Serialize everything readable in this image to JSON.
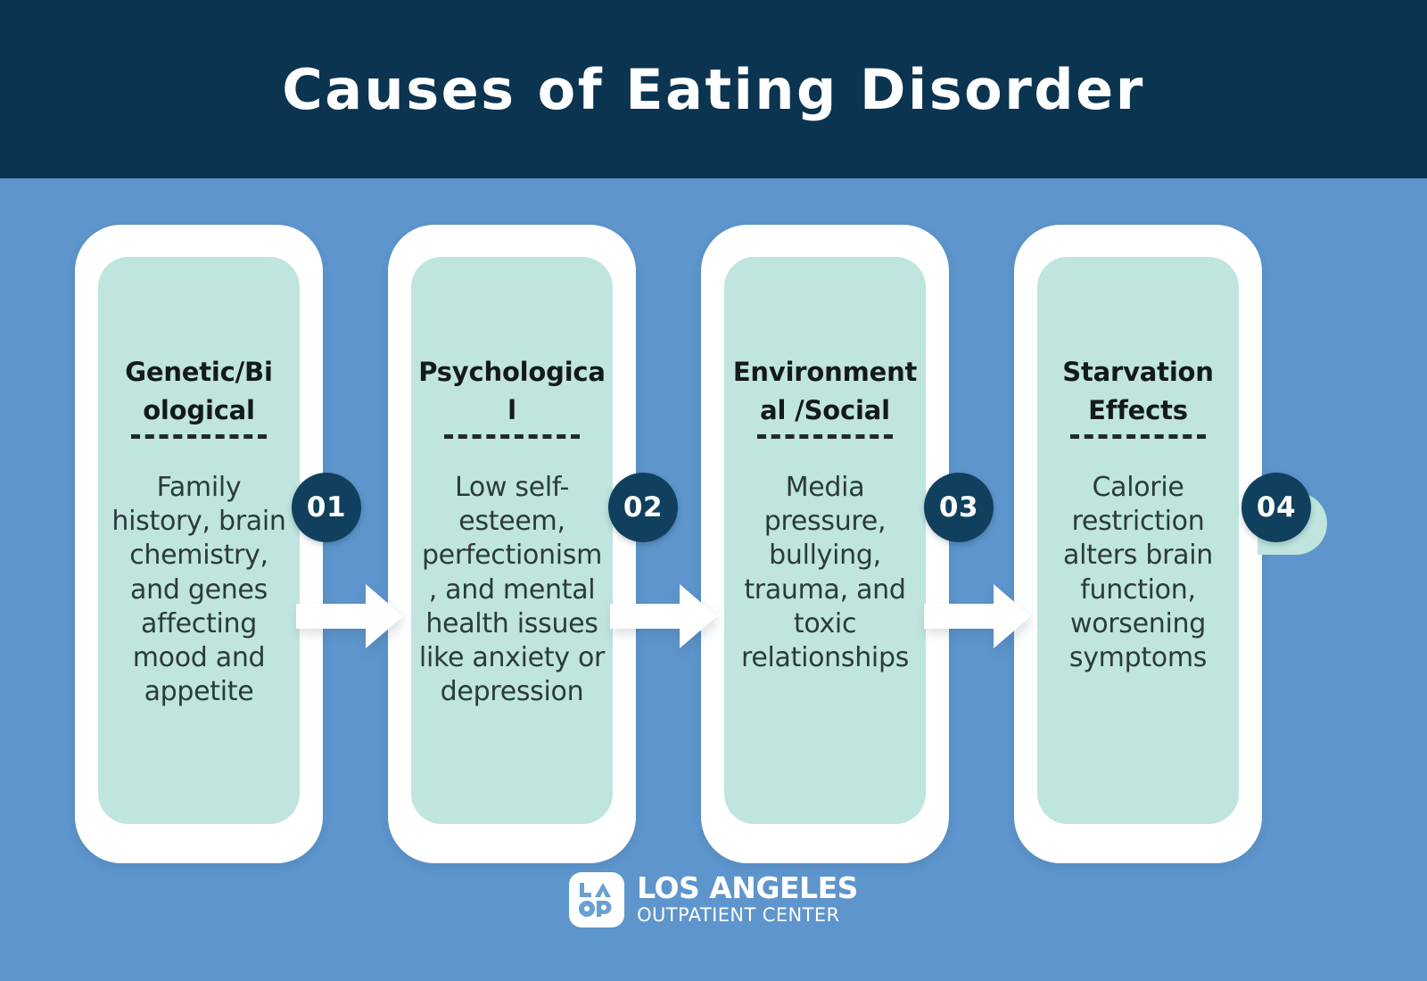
{
  "header": {
    "title": "Causes of Eating Disorder"
  },
  "colors": {
    "header_navy": "#0B3450",
    "background_blue": "#5D95CC",
    "card_frame": "#FFFFFF",
    "card_mint": "#BFE5DE",
    "badge_navy": "#11405E",
    "text_dark": "#2B3A3D"
  },
  "cards": [
    {
      "number": "01",
      "title": "Genetic/Bi ological",
      "body": "Family history, brain chemistry, and genes affecting mood and appetite"
    },
    {
      "number": "02",
      "title": "Psychological",
      "body": "Low self-esteem, perfectionism , and mental health issues like anxiety or depression"
    },
    {
      "number": "03",
      "title": "Environmental /Social",
      "body": "Media pressure, bullying, trauma, and toxic relationships"
    },
    {
      "number": "04",
      "title": "Starvation Effects",
      "body": "Calorie restriction alters brain function, worsening symptoms"
    }
  ],
  "footer": {
    "logo_mark_top": "LA",
    "logo_mark_bottom": "OP",
    "logo_line1": "LOS ANGELES",
    "logo_line2": "OUTPATIENT CENTER"
  }
}
